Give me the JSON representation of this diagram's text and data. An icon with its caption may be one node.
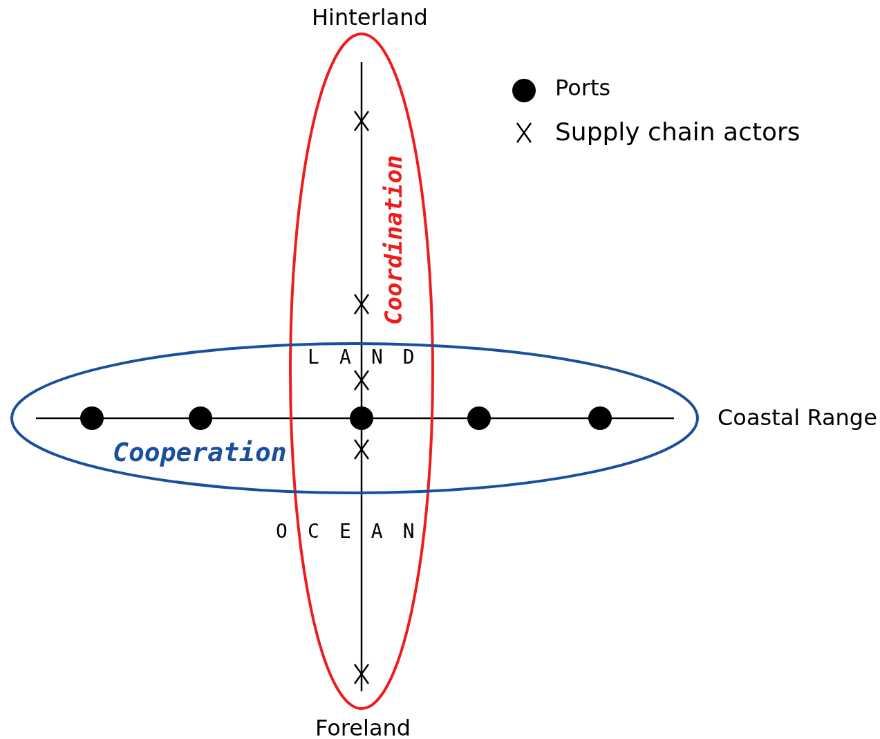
{
  "diagram": {
    "nodes": [
      {
        "text": [
          "Coordination"
        ]
      },
      {
        "text": [
          "Cooperation"
        ]
      }
    ],
    "labels": [
      "Hinterland",
      "LAND",
      "Coastal Range",
      "OCEAN",
      "Foreland"
    ],
    "legend": [
      {
        "text": "Ports"
      },
      {
        "text": "Supply chain actors"
      }
    ]
  }
}
